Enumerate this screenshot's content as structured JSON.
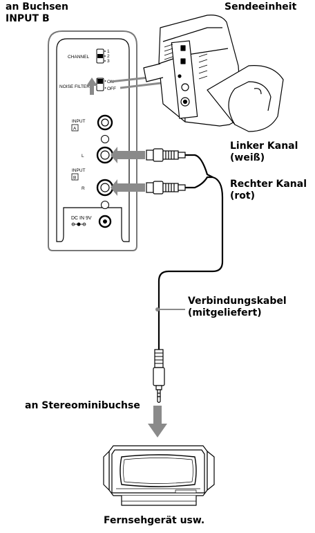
{
  "labels": {
    "input_b_line1": "an Buchsen",
    "input_b_line2": "INPUT B",
    "transmitter": "Sendeeinheit",
    "left_line1": "Linker Kanal",
    "left_line2": "(weiß)",
    "right_line1": "Rechter Kanal",
    "right_line2": "(rot)",
    "cable_line1": "Verbindungskabel",
    "cable_line2": "(mitgeliefert)",
    "stereo_jack": "an Stereominibuchse",
    "tv": "Fernsehgerät usw."
  },
  "panel": {
    "channel": "CHANNEL",
    "ch1": "1",
    "ch2": "2",
    "ch3": "3",
    "noise_filter": "NOISE FILTER",
    "on": "ON",
    "off": "OFF",
    "input": "INPUT",
    "input_a": "A",
    "input_b": "B",
    "l": "L",
    "r": "R",
    "dc_in": "DC IN 9V"
  }
}
